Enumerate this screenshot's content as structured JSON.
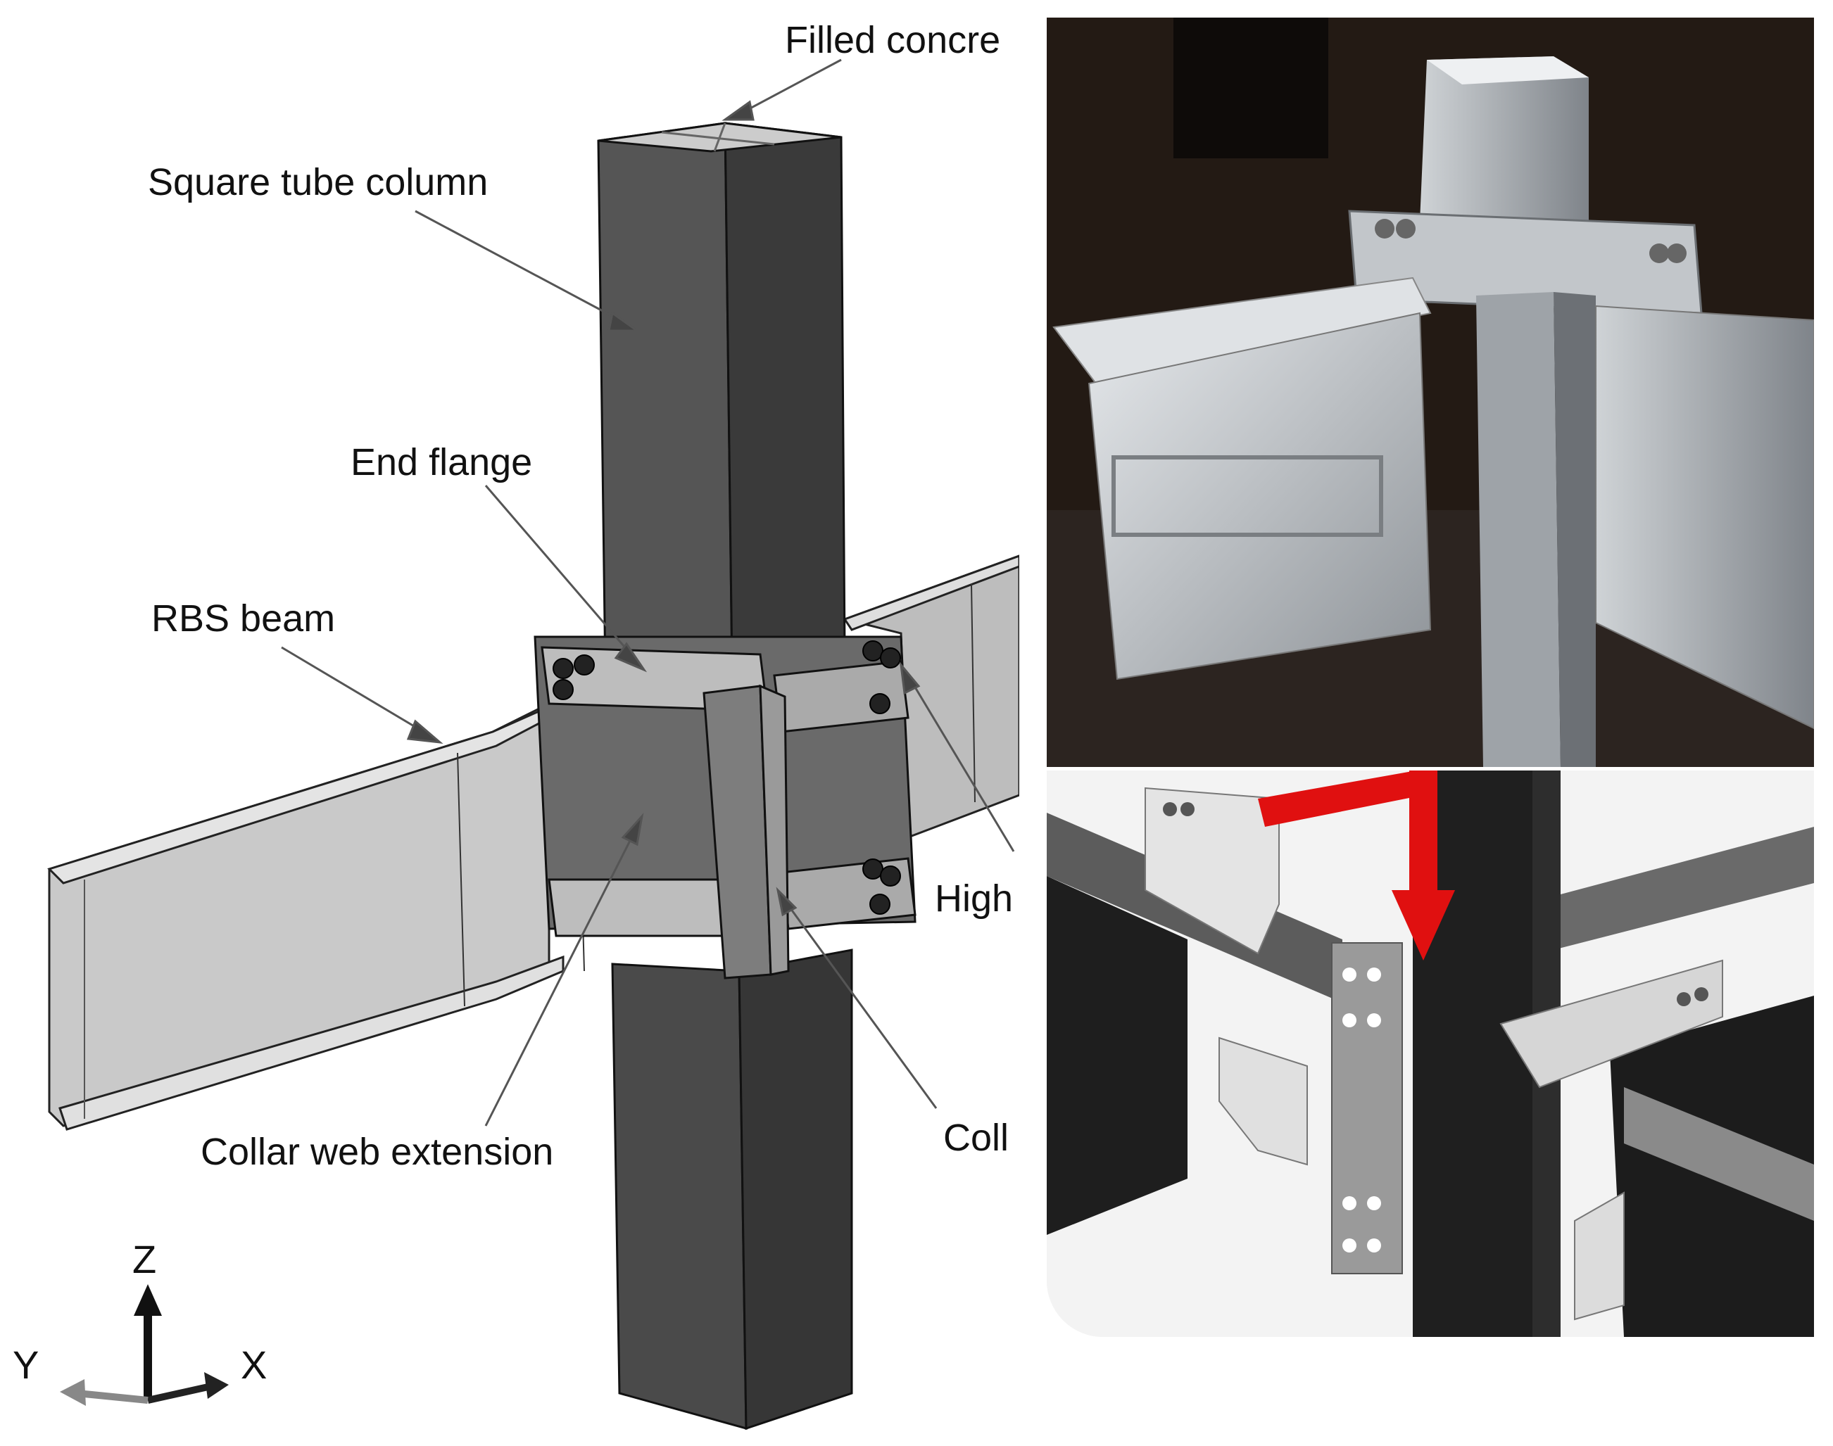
{
  "labels": {
    "filled_concrete": "Filled concre",
    "square_tube_column": "Square tube column",
    "end_flange": "End flange",
    "rbs_beam": "RBS beam",
    "high": "High",
    "collar_web_extension": "Collar web extension",
    "coll": "Coll"
  },
  "axes": {
    "z": "Z",
    "y": "Y",
    "x": "X"
  },
  "colors": {
    "column_dark": "#3c3c3c",
    "column_mid": "#555555",
    "beam_light": "#cfcfcf",
    "aluminum": "#b8bcc0",
    "arrow_red": "#e01010"
  }
}
